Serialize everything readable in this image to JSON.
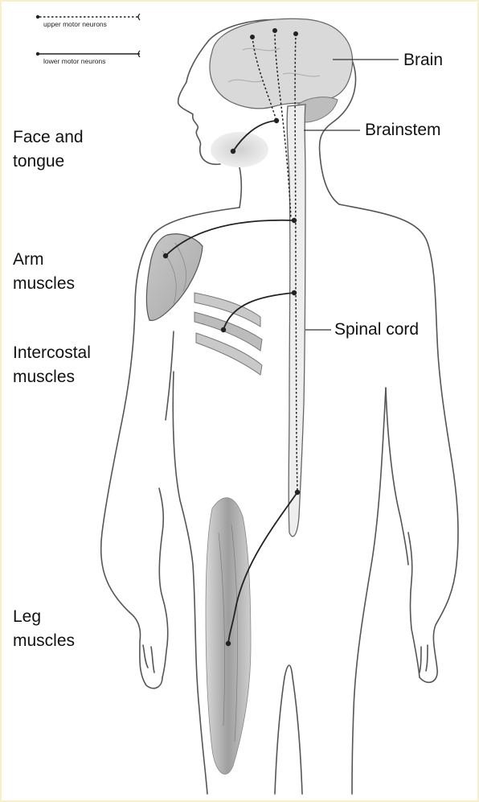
{
  "legend": {
    "upper": "upper motor neurons",
    "lower": "lower motor neurons"
  },
  "labels": {
    "brain": "Brain",
    "brainstem": "Brainstem",
    "spinal_cord": "Spinal cord",
    "face": [
      "Face and",
      "tongue"
    ],
    "arm": [
      "Arm",
      "muscles"
    ],
    "intercostal": [
      "Intercostal",
      "muscles"
    ],
    "leg": [
      "Leg",
      "muscles"
    ]
  },
  "colors": {
    "outline": "#555555",
    "brain_fill": "#d9d9d9",
    "muscle_fill": "#b8b8b8",
    "background": "#ffffff",
    "border": "#f6f1c8"
  }
}
